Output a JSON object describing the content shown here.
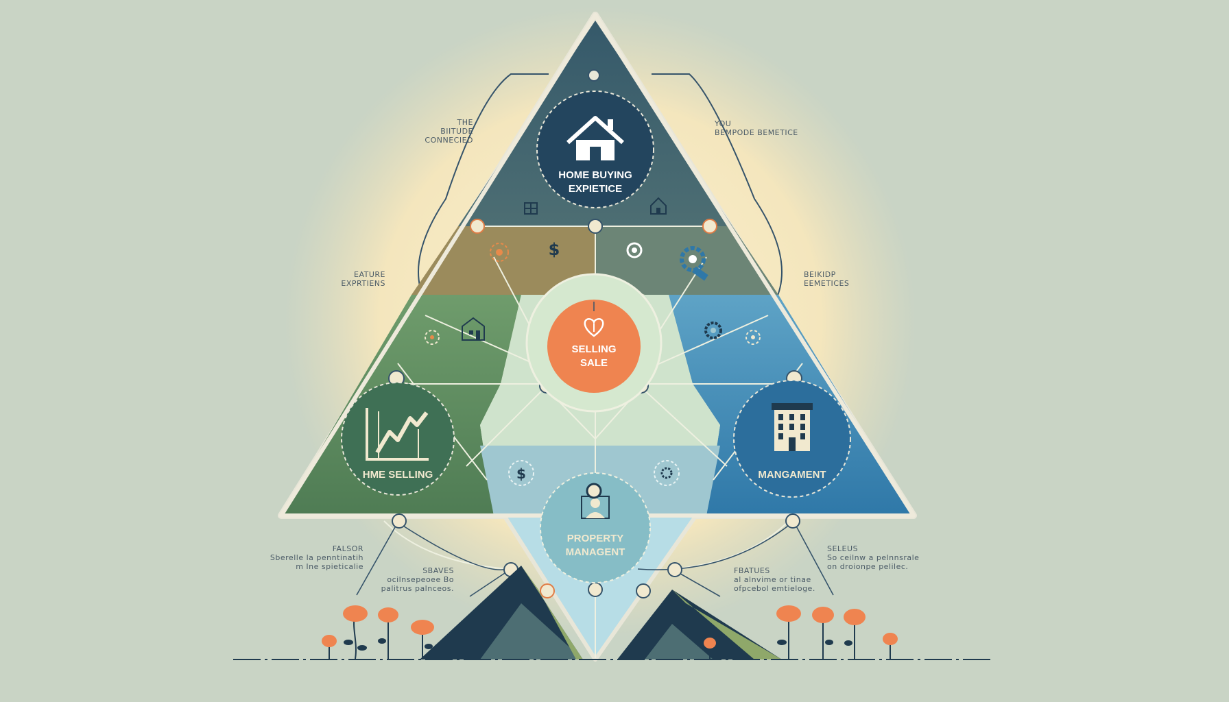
{
  "nodes": {
    "home_buying": {
      "line1": "HOME BUYING",
      "line2": "EXPIETICE"
    },
    "selling_sale": {
      "line1": "SELLING",
      "line2": "SALE"
    },
    "home_selling": {
      "label": "HME SELLING"
    },
    "management": {
      "label": "MANGAMENT"
    },
    "property_management": {
      "line1": "PROPERTY",
      "line2": "MANAGENT"
    }
  },
  "annotations": {
    "top_left": [
      "THE",
      "BIITUDE",
      "CONNECIED"
    ],
    "top_right": [
      "YOU",
      "BEMPODE BEMETICE"
    ],
    "mid_left": [
      "EATURE",
      "EXPRTIENS"
    ],
    "mid_right": [
      "BEIKIDP",
      "EEMETICES"
    ],
    "bottom_left_outer": [
      "FALSOR",
      "Sberelle la penntinatih",
      "m Ine spieticalie"
    ],
    "bottom_left_inner": [
      "SBAVES",
      "ocilnsepeoee Bo",
      "palitrus palnceos."
    ],
    "bottom_right_inner": [
      "FBATUES",
      "al alnvime or tinae",
      "ofpcebol emtieloge."
    ],
    "bottom_right_outer": [
      "SELEUS",
      "So ceilnw a pelnnsrale",
      "on droionpe pelilec."
    ]
  },
  "icons": [
    "house-icon",
    "window-icon",
    "small-house-icon",
    "dollar-icon",
    "gear-icon",
    "heart-icon",
    "growth-chart-icon",
    "apartment-building-icon",
    "person-icon",
    "flower-icon",
    "mountain-icon"
  ],
  "colors": {
    "background": "#c7d3c4",
    "glow": "#f4e6c2",
    "top_section": "#2e5368",
    "olive_section": "#9a8a5b",
    "gray_section": "#6f8677",
    "green_section": "#5b8a5e",
    "blue_section": "#3d83ad",
    "center_orange": "#f0844f",
    "light_center": "#cfe2cc",
    "bottom_light": "#a7cfd8",
    "accent_orange": "#e88a4a"
  }
}
